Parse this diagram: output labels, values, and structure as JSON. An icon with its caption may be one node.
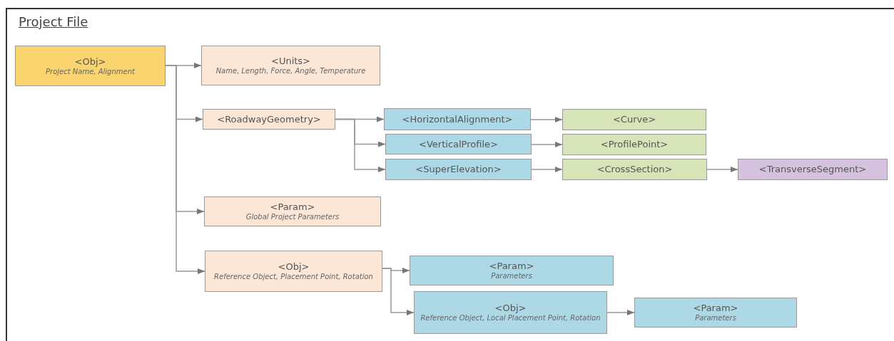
{
  "diagram": {
    "title": "Project File",
    "nodes": [
      {
        "text": [
          "<Obj>",
          "Project Name, Alignment"
        ]
      },
      {
        "text": [
          "<Units>",
          "Name, Length, Force, Angle, Temperature"
        ]
      },
      {
        "text": [
          "<RoadwayGeometry>"
        ]
      },
      {
        "text": [
          "<HorizontalAlignment>"
        ]
      },
      {
        "text": [
          "<VerticalProfile>"
        ]
      },
      {
        "text": [
          "<SuperElevation>"
        ]
      },
      {
        "text": [
          "<Curve>"
        ]
      },
      {
        "text": [
          "<ProfilePoint>"
        ]
      },
      {
        "text": [
          "<CrossSection>"
        ]
      },
      {
        "text": [
          "<TransverseSegment>"
        ]
      },
      {
        "text": [
          "<Param>",
          "Global Project Parameters"
        ]
      },
      {
        "text": [
          "<Obj>",
          "Reference Object, Placement Point, Rotation"
        ]
      },
      {
        "text": [
          "<Param>",
          "Parameters"
        ]
      },
      {
        "text": [
          "<Obj>",
          "Reference Object, Local Placement Point, Rotation"
        ]
      },
      {
        "text": [
          "<Param>",
          "Parameters"
        ]
      }
    ],
    "edges": [
      {
        "from": 0,
        "to": 1,
        "arrow": "to"
      },
      {
        "from": 0,
        "to": 2,
        "arrow": "to"
      },
      {
        "from": 0,
        "to": 10,
        "arrow": "to"
      },
      {
        "from": 0,
        "to": 11,
        "arrow": "to"
      },
      {
        "from": 2,
        "to": 3,
        "arrow": "to"
      },
      {
        "from": 2,
        "to": 4,
        "arrow": "to"
      },
      {
        "from": 2,
        "to": 5,
        "arrow": "to"
      },
      {
        "from": 3,
        "to": 6,
        "arrow": "to"
      },
      {
        "from": 4,
        "to": 7,
        "arrow": "to"
      },
      {
        "from": 5,
        "to": 8,
        "arrow": "to"
      },
      {
        "from": 8,
        "to": 9,
        "arrow": "to"
      },
      {
        "from": 11,
        "to": 12,
        "arrow": "to"
      },
      {
        "from": 11,
        "to": 13,
        "arrow": "to"
      },
      {
        "from": 13,
        "to": 14,
        "arrow": "to"
      }
    ]
  }
}
